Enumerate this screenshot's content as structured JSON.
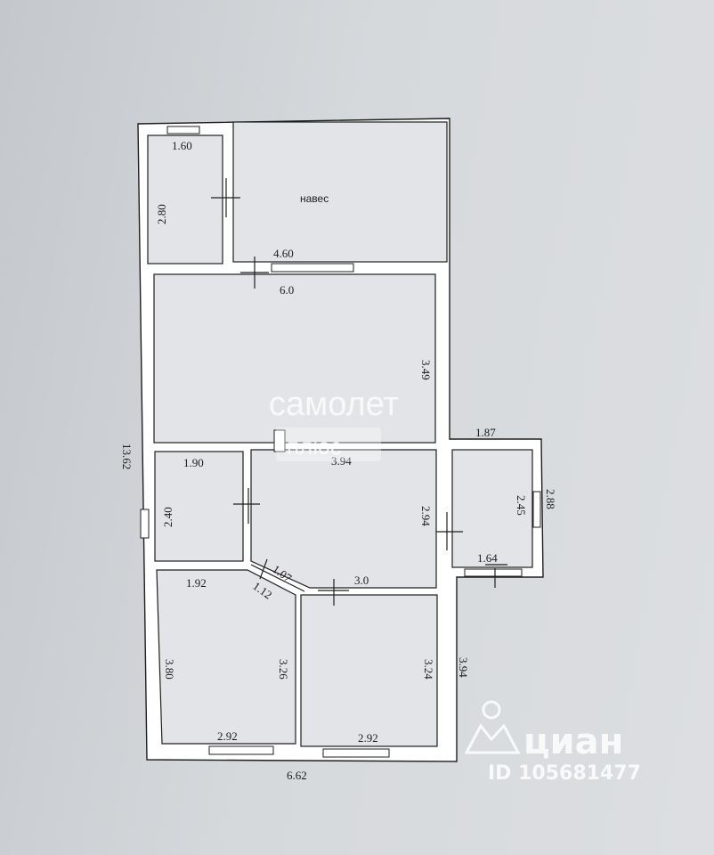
{
  "plan": {
    "room_label": "навес",
    "dims": {
      "top_left_width": "1.60",
      "top_left_height": "2.80",
      "canopy_width": "4.60",
      "large_width": "6.0",
      "large_height": "3.49",
      "overall_height": "13.62",
      "small_mid_width": "1.90",
      "small_mid_height": "2.40",
      "center_width": "3.94",
      "center_height": "2.94",
      "right_top_width": "1.87",
      "right_height_inner": "2.45",
      "right_height_outer": "2.88",
      "right_bottom_width": "1.64",
      "bottom_left_width": "1.92",
      "diag_a": "1.07",
      "diag_b": "1.12",
      "hall_width": "3.0",
      "bottom_left_height": "3.80",
      "bottom_left_inner_height": "3.26",
      "bottom_right_height": "3.24",
      "right_outer_height": "3.94",
      "bottom_left_bottom_width": "2.92",
      "bottom_right_bottom_width": "2.92",
      "overall_width": "6.62"
    }
  },
  "watermarks": {
    "samolet_top": "самолет",
    "samolet_bottom": "плюс",
    "cian_brand": "циан",
    "cian_id": "ID 105681477"
  },
  "colors": {
    "paper": "#dcdee1",
    "ink": "#1f1f1f",
    "watermark": "#ffffff"
  }
}
